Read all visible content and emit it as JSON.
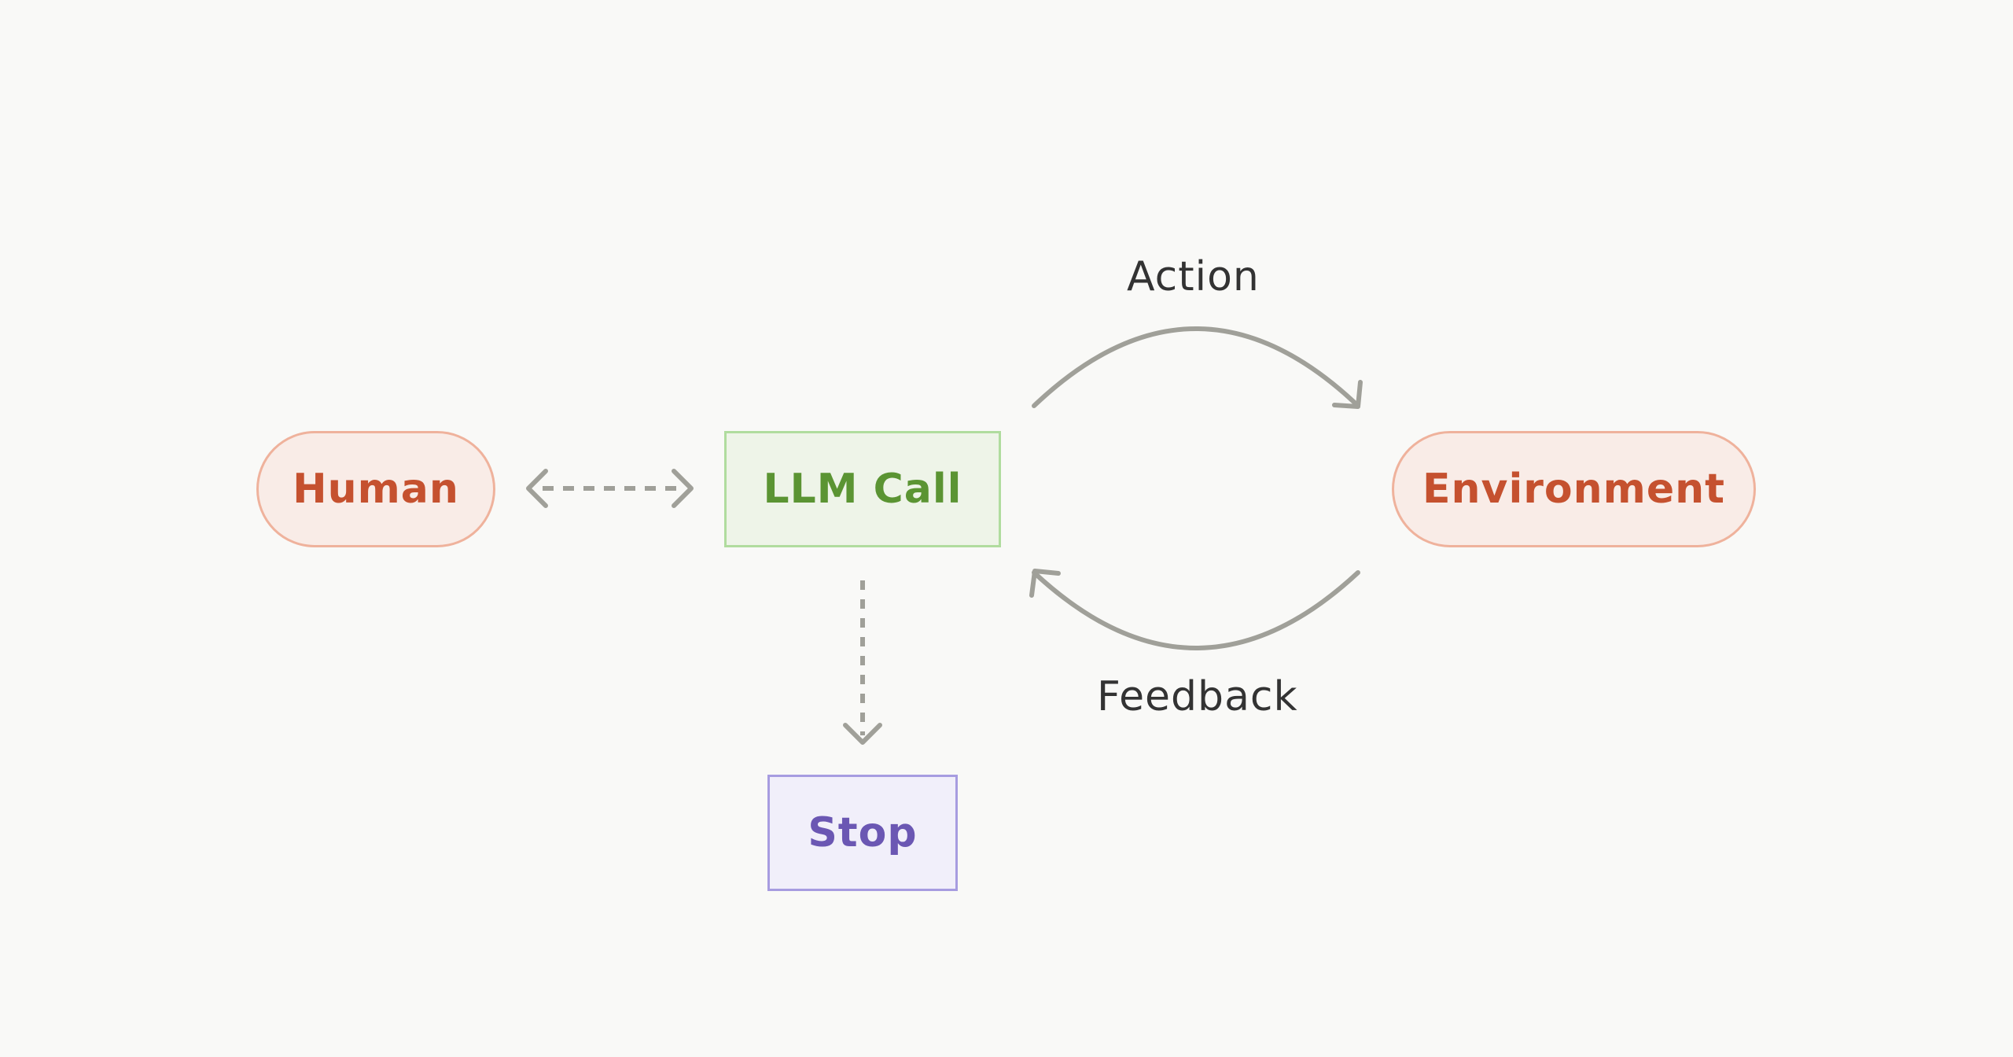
{
  "nodes": {
    "human": "Human",
    "llm_call": "LLM Call",
    "environment": "Environment",
    "stop": "Stop"
  },
  "edges": {
    "action": "Action",
    "feedback": "Feedback"
  },
  "colors": {
    "background": "#f9f9f7",
    "arrow": "#a0a099",
    "human_environment_fill": "#f9ece7",
    "human_environment_border": "#efb29c",
    "human_environment_text": "#c5512f",
    "llm_fill": "#eef4e8",
    "llm_border": "#b0dc9e",
    "llm_text": "#5b9433",
    "stop_fill": "#f1effa",
    "stop_border": "#a79ce0",
    "stop_text": "#6b57b3",
    "label_text": "#333333"
  }
}
